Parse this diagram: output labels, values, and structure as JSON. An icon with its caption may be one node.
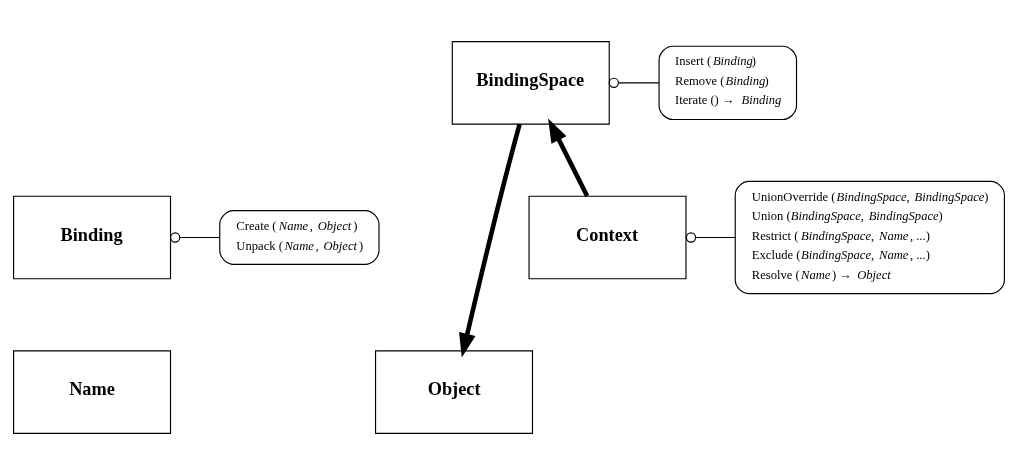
{
  "diagram": {
    "nodes": [
      {
        "text": [
          "Name"
        ]
      },
      {
        "text": [
          "Binding"
        ]
      },
      {
        "text": [
          "Create (*Name*, *Object*)",
          "Unpack (*Name*, *Object*)"
        ]
      },
      {
        "text": [
          "Object"
        ]
      },
      {
        "text": [
          "BindingSpace"
        ]
      },
      {
        "text": [
          "Insert (*Binding*)",
          "Remove (*Binding*)",
          "Iterate () → *Binding*"
        ]
      },
      {
        "text": [
          "Context"
        ]
      },
      {
        "text": [
          "UnionOverride (*BindingSpace*, *BindingSpace*)",
          "Union (*BindingSpace*, *BindingSpace*)",
          "Restrict (*BindingSpace*, *Name*, ...)",
          "Exclude (*BindingSpace*, *Name*, ...)",
          "Resolve (*Name*) → *Object*"
        ]
      }
    ],
    "edges": [
      {
        "from": 2,
        "to": 1,
        "arrow": "other"
      },
      {
        "from": 4,
        "to": 3,
        "arrow": "to",
        "style": "thick"
      },
      {
        "from": 5,
        "to": 4,
        "arrow": "other"
      },
      {
        "from": 6,
        "to": 4,
        "arrow": "to",
        "style": "thick"
      },
      {
        "from": 7,
        "to": 6,
        "arrow": "other"
      }
    ]
  }
}
